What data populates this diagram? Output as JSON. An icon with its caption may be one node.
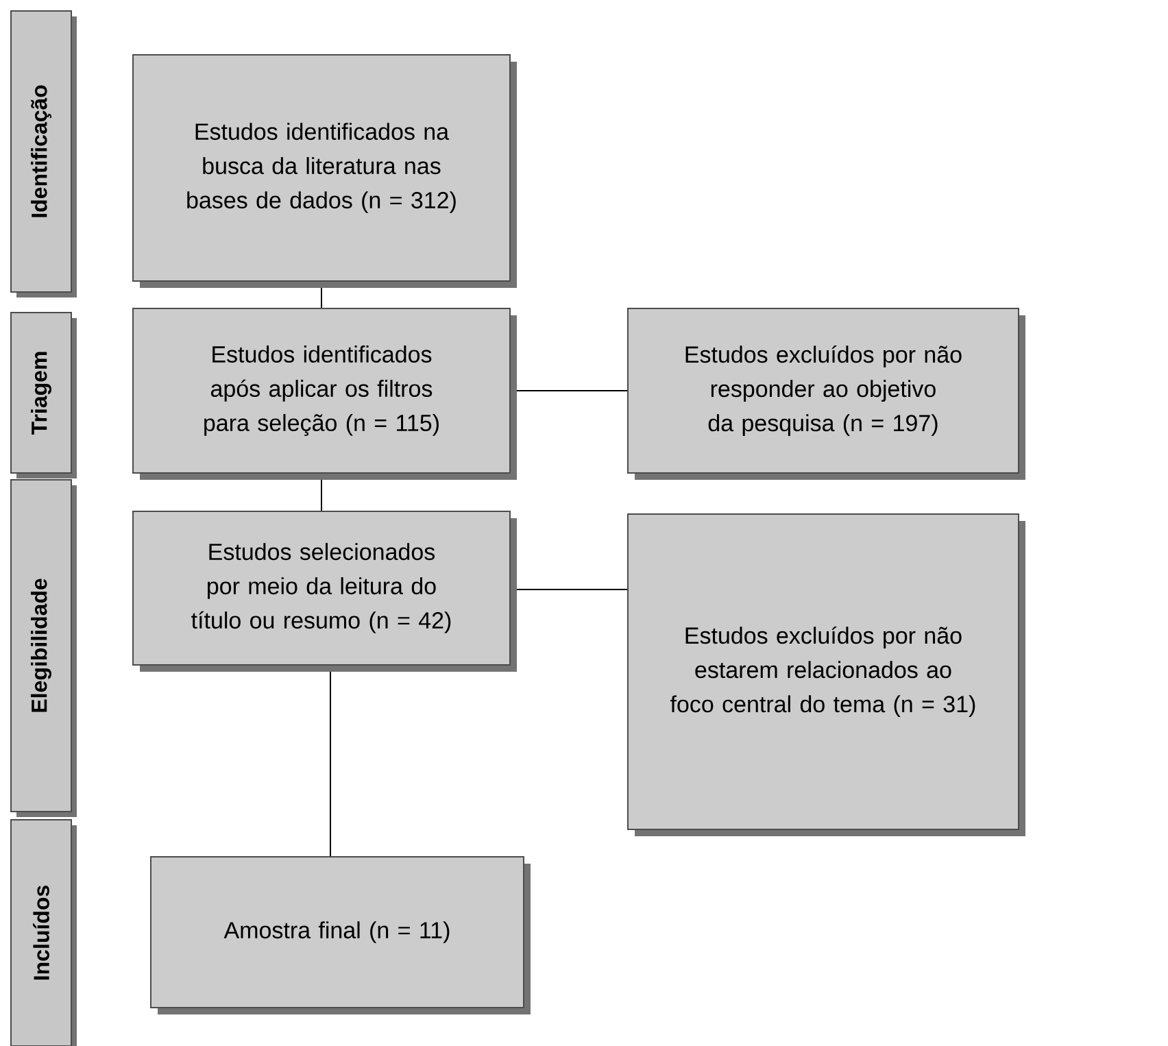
{
  "diagram": {
    "nodes": [
      {
        "text": [
          "Identificação"
        ]
      },
      {
        "text": [
          "Estudos identificados na busca da literatura nas bases de dados (n = 312)"
        ]
      },
      {
        "text": [
          "Triagem"
        ]
      },
      {
        "text": [
          "Estudos identificados após aplicar os filtros para seleção (n = 115)"
        ]
      },
      {
        "text": [
          "Estudos excluídos por não responder ao objetivo da pesquisa (n = 197)"
        ]
      },
      {
        "text": [
          "Elegibilidade"
        ]
      },
      {
        "text": [
          "Estudos selecionados por meio da leitura do título ou resumo (n = 42)"
        ]
      },
      {
        "text": [
          "Estudos excluídos por não estarem relacionados ao foco central do tema (n = 31)"
        ]
      },
      {
        "text": [
          "Incluídos"
        ]
      },
      {
        "text": [
          "Amostra final (n = 11)"
        ]
      }
    ],
    "edges": [
      {
        "from": 1,
        "to": 3,
        "arrow": "none"
      },
      {
        "from": 3,
        "to": 4,
        "arrow": "none"
      },
      {
        "from": 3,
        "to": 6,
        "arrow": "none"
      },
      {
        "from": 6,
        "to": 7,
        "arrow": "none"
      },
      {
        "from": 6,
        "to": 9,
        "arrow": "none"
      }
    ]
  }
}
